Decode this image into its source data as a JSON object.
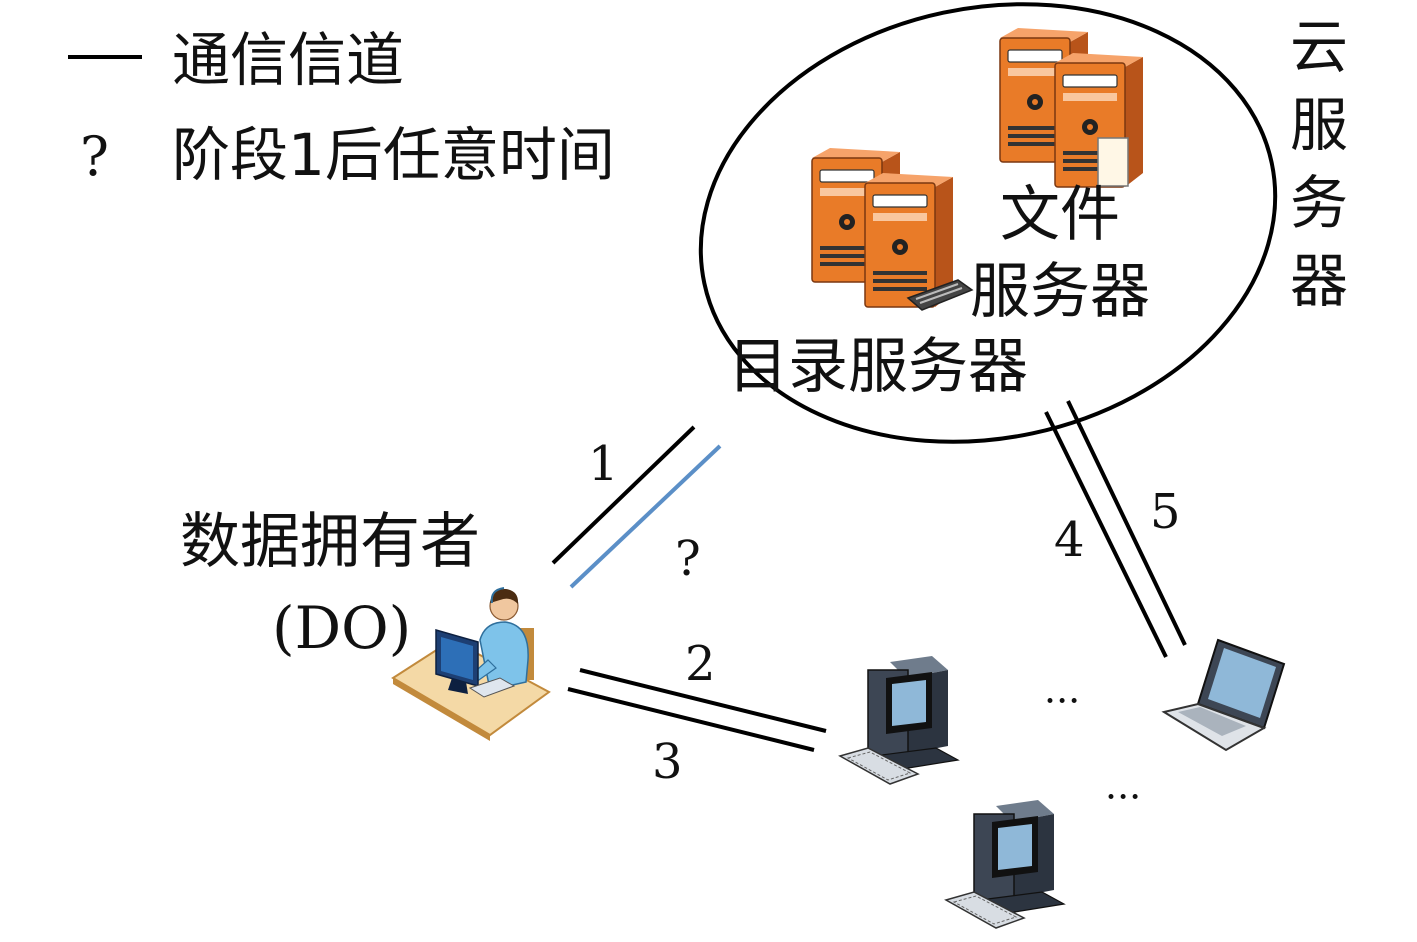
{
  "legend": {
    "channel_label": "通信信道",
    "question_symbol": "?",
    "question_label": "阶段1后任意时间"
  },
  "cloud": {
    "label_chars": [
      "云",
      "服",
      "务",
      "器"
    ],
    "file_server": {
      "line1": "文件",
      "line2": "服务器"
    },
    "directory_server": "目录服务器"
  },
  "data_owner": {
    "line1": "数据拥有者",
    "line2": "(DO)"
  },
  "channels": {
    "c1": "1",
    "c_question": "?",
    "c2": "2",
    "c3": "3",
    "c4": "4",
    "c5": "5"
  },
  "ellipsis": {
    "right_of_desktop": "···",
    "above_desktop2": "···"
  },
  "colors": {
    "line": "#000000",
    "question_channel": "#5b8fc7",
    "server_orange": "#e97b28",
    "server_dark": "#b8541a"
  },
  "icons": [
    "server-icon",
    "user-at-desk-icon",
    "desktop-computer-icon",
    "laptop-icon"
  ]
}
